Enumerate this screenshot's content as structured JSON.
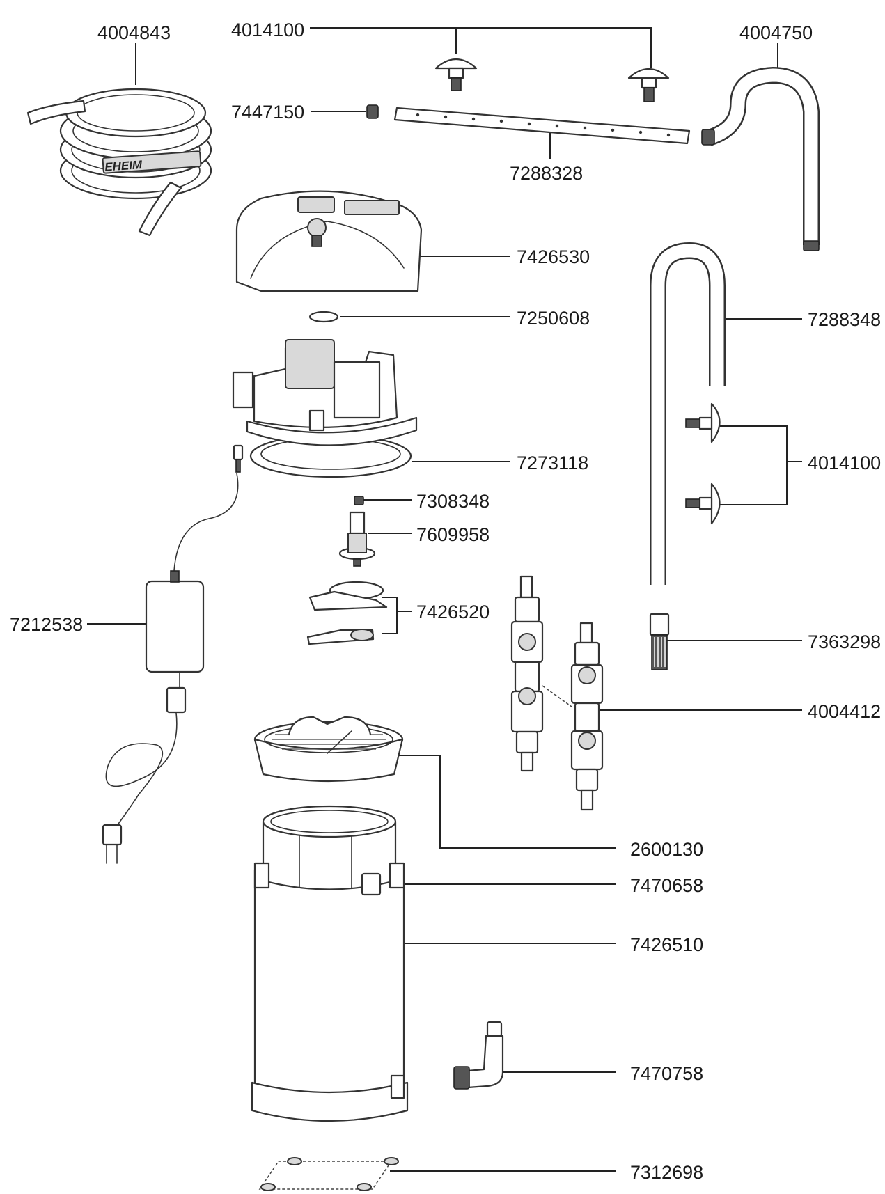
{
  "brand": "EHEIM",
  "parts": [
    {
      "id": "p-4004843",
      "number": "4004843"
    },
    {
      "id": "p-4014100a",
      "number": "4014100"
    },
    {
      "id": "p-4004750",
      "number": "4004750"
    },
    {
      "id": "p-7447150",
      "number": "7447150"
    },
    {
      "id": "p-7288328",
      "number": "7288328"
    },
    {
      "id": "p-7426530",
      "number": "7426530"
    },
    {
      "id": "p-7250608",
      "number": "7250608"
    },
    {
      "id": "p-7288348",
      "number": "7288348"
    },
    {
      "id": "p-4014100b",
      "number": "4014100"
    },
    {
      "id": "p-7273118",
      "number": "7273118"
    },
    {
      "id": "p-7308348",
      "number": "7308348"
    },
    {
      "id": "p-7609958",
      "number": "7609958"
    },
    {
      "id": "p-7212538",
      "number": "7212538"
    },
    {
      "id": "p-7426520",
      "number": "7426520"
    },
    {
      "id": "p-7363298",
      "number": "7363298"
    },
    {
      "id": "p-4004412",
      "number": "4004412"
    },
    {
      "id": "p-2600130",
      "number": "2600130"
    },
    {
      "id": "p-7470658",
      "number": "7470658"
    },
    {
      "id": "p-7426510",
      "number": "7426510"
    },
    {
      "id": "p-7470758",
      "number": "7470758"
    },
    {
      "id": "p-7312698",
      "number": "7312698"
    }
  ]
}
